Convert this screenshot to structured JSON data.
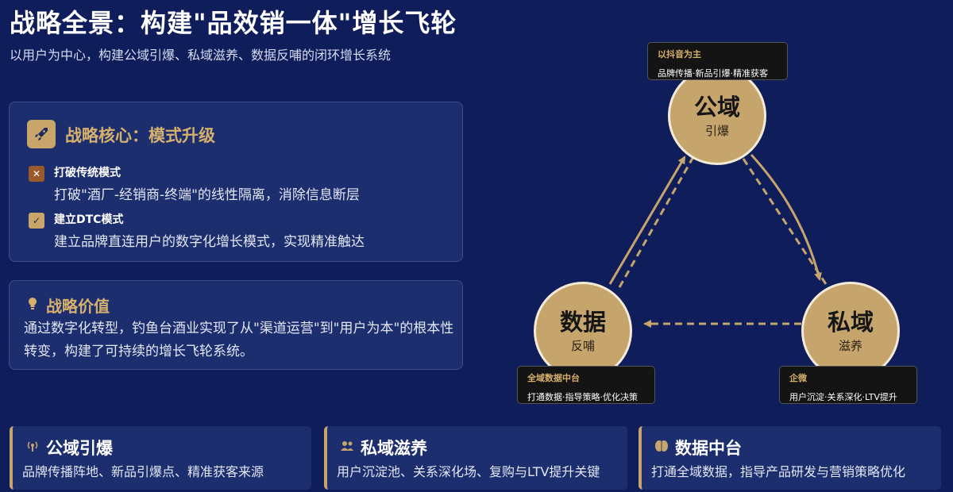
{
  "header": {
    "title": "战略全景：构建\"品效销一体\"增长飞轮",
    "subtitle": "以用户为中心，构建公域引爆、私域滋养、数据反哺的闭环增长系统"
  },
  "core": {
    "title": "战略核心：模式升级",
    "items": [
      {
        "title": "打破传统模式",
        "desc": "打破\"酒厂-经销商-终端\"的线性隔离，消除信息断层",
        "icon": "x-mark-icon"
      },
      {
        "title": "建立DTC模式",
        "desc": "建立品牌直连用户的数字化增长模式，实现精准触达",
        "icon": "check-icon"
      }
    ]
  },
  "value": {
    "title": "战略价值",
    "text": "通过数字化转型，钓鱼台酒业实现了从\"渠道运营\"到\"用户为本\"的根本性转变，构建了可持续的增长飞轮系统。"
  },
  "flywheel": {
    "nodes": {
      "public": {
        "main": "公域",
        "sub": "引爆"
      },
      "private": {
        "main": "私域",
        "sub": "滋养"
      },
      "data": {
        "main": "数据",
        "sub": "反哺"
      }
    },
    "callouts": {
      "public": {
        "title": "以抖音为主",
        "text": "品牌传播·新品引爆·精准获客"
      },
      "data": {
        "title": "全域数据中台",
        "text": "打通数据·指导策略·优化决策"
      },
      "private": {
        "title": "企微",
        "text": "用户沉淀·关系深化·LTV提升"
      }
    }
  },
  "cards": [
    {
      "title": "公域引爆",
      "desc": "品牌传播阵地、新品引爆点、精准获客来源",
      "icon": "broadcast-icon"
    },
    {
      "title": "私域滋养",
      "desc": "用户沉淀池、关系深化场、复购与LTV提升关键",
      "icon": "users-icon"
    },
    {
      "title": "数据中台",
      "desc": "打通全域数据，指导产品研发与营销策略优化",
      "icon": "brain-icon"
    }
  ],
  "colors": {
    "background": "#0f1d5b",
    "gold": "#c6a56d",
    "gold_text": "#d6b06c"
  }
}
